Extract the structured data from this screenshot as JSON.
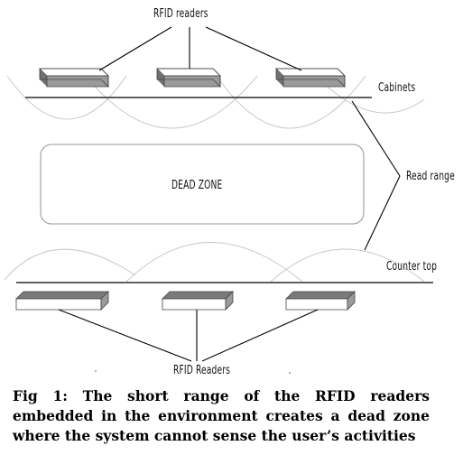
{
  "labels": {
    "top_readers": "RFID readers",
    "cabinets": "Cabinets",
    "dead_zone": "DEAD ZONE",
    "read_range": "Read range",
    "counter_top": "Counter top",
    "bottom_readers": "RFID Readers"
  },
  "caption": "Fig 1: The short range of the RFID readers embedded in the environment creates a dead zone where the system cannot sense the user’s activities",
  "colors": {
    "reader_top_face": "#9a9a9a",
    "reader_side": "#707070",
    "reader_front": "#ffffff",
    "arc": "#c8c8c8",
    "line": "#000000"
  }
}
